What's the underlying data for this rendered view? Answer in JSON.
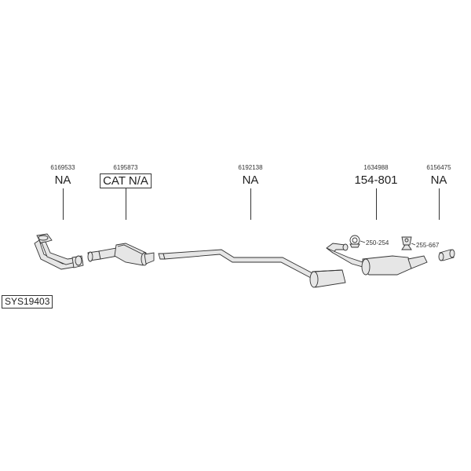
{
  "system_id": "SYS19403",
  "parts": [
    {
      "part_number": "6169533",
      "code": "NA",
      "boxed": false
    },
    {
      "part_number": "6195873",
      "code": "CAT N/A",
      "boxed": true
    },
    {
      "part_number": "6192138",
      "code": "NA",
      "boxed": false
    },
    {
      "part_number": "1634988",
      "code": "154-801",
      "boxed": false
    },
    {
      "part_number": "6156475",
      "code": "NA",
      "boxed": false
    }
  ],
  "accessories": [
    {
      "label": "250-254"
    },
    {
      "label": "255-667"
    }
  ],
  "colors": {
    "line": "#333333",
    "part_fill": "#e6e6e6"
  }
}
